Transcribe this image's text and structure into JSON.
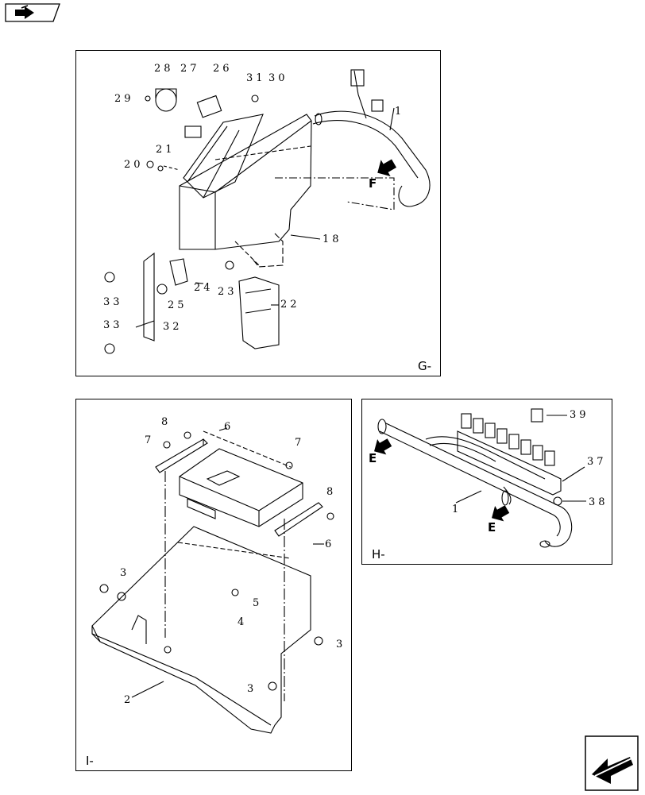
{
  "nav": {
    "top_icon": "book-arrow-icon",
    "bottom_icon": "back-arrow-icon"
  },
  "panels": {
    "g": {
      "tag": "G-",
      "callouts": [
        "28",
        "27",
        "26",
        "31",
        "30",
        "29",
        "1",
        "21",
        "20",
        "18",
        "33",
        "24",
        "25",
        "23",
        "22",
        "33",
        "32"
      ],
      "view_label": "F"
    },
    "i": {
      "tag": "I-",
      "callouts": [
        "8",
        "6",
        "7",
        "7",
        "8",
        "6",
        "3",
        "5",
        "4",
        "3",
        "2",
        "3"
      ]
    },
    "h": {
      "tag": "H-",
      "callouts": [
        "39",
        "37",
        "1",
        "38"
      ],
      "view_labels": [
        "E",
        "E"
      ]
    }
  }
}
